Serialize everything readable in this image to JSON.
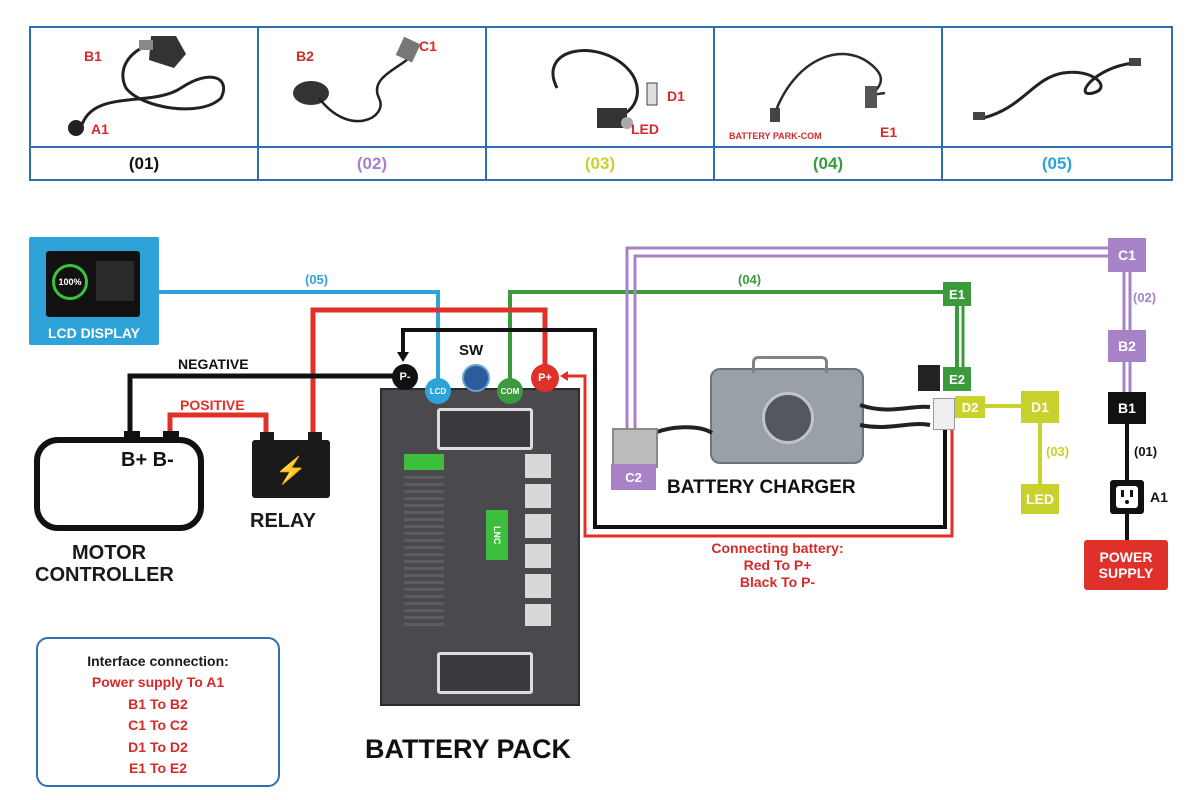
{
  "cable_table": {
    "items": [
      {
        "number": "(01)",
        "color": "#111111",
        "labels": [
          "B1",
          "A1"
        ]
      },
      {
        "number": "(02)",
        "color": "#a782c6",
        "labels": [
          "B2",
          "C1"
        ]
      },
      {
        "number": "(03)",
        "color": "#c9d12c",
        "labels": [
          "D1",
          "LED"
        ]
      },
      {
        "number": "(04)",
        "color": "#3b9a3b",
        "labels": [
          "BATTERY PARK-COM",
          "E1"
        ]
      },
      {
        "number": "(05)",
        "color": "#2ea3da",
        "labels": []
      }
    ]
  },
  "lcd": {
    "label": "LCD DISPLAY",
    "screen_percent": "100%"
  },
  "wires": {
    "w05": "(05)",
    "w04": "(04)",
    "w02": "(02)",
    "w03": "(03)",
    "w01": "(01)",
    "negative": "NEGATIVE",
    "positive": "POSITIVE"
  },
  "motor_controller": {
    "terminals": "B+ B-",
    "title_line1": "MOTOR",
    "title_line2": "CONTROLLER"
  },
  "relay": {
    "title": "RELAY"
  },
  "battery": {
    "title": "BATTERY PACK",
    "sw": "SW",
    "terminals": {
      "p_minus": "P-",
      "lcd": "LCD",
      "com": "COM",
      "p_plus": "P+"
    },
    "side_text": "LNC"
  },
  "charger": {
    "title": "BATTERY CHARGER"
  },
  "connectors": {
    "c1": "C1",
    "b2": "B2",
    "b1": "B1",
    "a1": "A1",
    "e1": "E1",
    "e2": "E2",
    "d1": "D1",
    "d2": "D2",
    "c2": "C2",
    "led": "LED"
  },
  "power_supply": {
    "line1": "POWER",
    "line2": "SUPPLY"
  },
  "connect_note": {
    "line1": "Connecting battery:",
    "line2": "Red To P+",
    "line3": "Black To P-"
  },
  "interface": {
    "title": "Interface connection:",
    "rows": [
      "Power supply  To  A1",
      "B1  To  B2",
      "C1  To  C2",
      "D1  To  D2",
      "E1  To  E2"
    ]
  },
  "colors": {
    "blue": "#2ea3da",
    "green": "#3b9a3b",
    "purple": "#a782c6",
    "red": "#e0302a",
    "yellow": "#c9d12c",
    "black": "#111111"
  }
}
